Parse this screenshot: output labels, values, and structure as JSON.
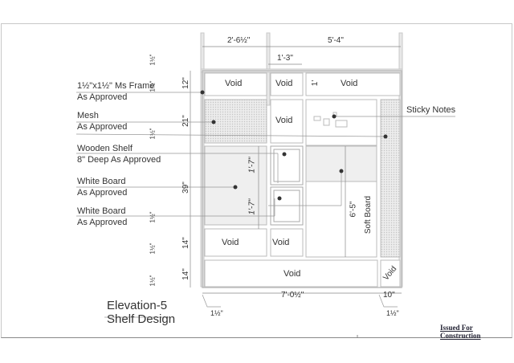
{
  "drawing": {
    "title_line1": "Elevation-5",
    "title_line2": "Shelf Design",
    "stamp": "Issued For Construction"
  },
  "callouts": [
    {
      "line1": "1½\"x1½\" Ms Frame",
      "line2": "As Approved"
    },
    {
      "line1": "Mesh",
      "line2": "As Approved"
    },
    {
      "line1": "Wooden Shelf",
      "line2": "8\" Deep As Approved"
    },
    {
      "line1": "White Board",
      "line2": "As Approved"
    },
    {
      "line1": "White Board",
      "line2": "As Approved"
    },
    {
      "line1": "Sticky Notes",
      "line2": ""
    }
  ],
  "dimensions": {
    "top_left_width": "2'-6½\"",
    "top_right_width": "5'-4\"",
    "top_mid_width": "1'-3\"",
    "inner_height": "1'",
    "row1_height": "12\"",
    "row2_height": "21\"",
    "row3_height": "39\"",
    "row4_height": "14\"",
    "row5_height": "14\"",
    "frame_gap": "1½\"",
    "shelf_upper": "1'-7\"",
    "shelf_lower": "1'-7\"",
    "soft_board_height": "6'-5\"",
    "bottom_width": "7'-0½\"",
    "bottom_right_width": "10\"",
    "bottom_left_gap": "1½\"",
    "bottom_right_gap": "1½\""
  },
  "panels": {
    "void_label": "Void",
    "soft_board_label": "Soft Board"
  },
  "colors": {
    "frame": "#d0d0d0",
    "line": "#9a9a9a",
    "fill_light": "#efefef",
    "mesh": "#e6e6e6",
    "dot": "#333333"
  }
}
